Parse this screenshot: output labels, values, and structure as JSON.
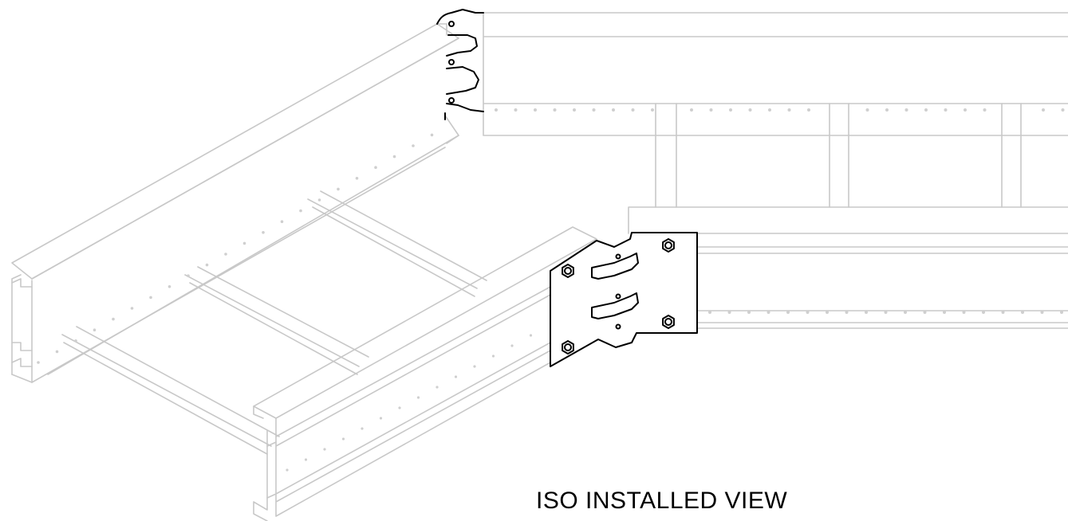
{
  "caption": "ISO INSTALLED VIEW",
  "colors": {
    "tray": "#c8c8c8",
    "splice_plate": "#000000",
    "background": "#ffffff"
  },
  "parts": {
    "left_tray": "cable-tray-ladder-left",
    "right_tray": "cable-tray-ladder-right",
    "upper_splice": "upper-splice-plate",
    "lower_splice": "lower-splice-plate"
  }
}
